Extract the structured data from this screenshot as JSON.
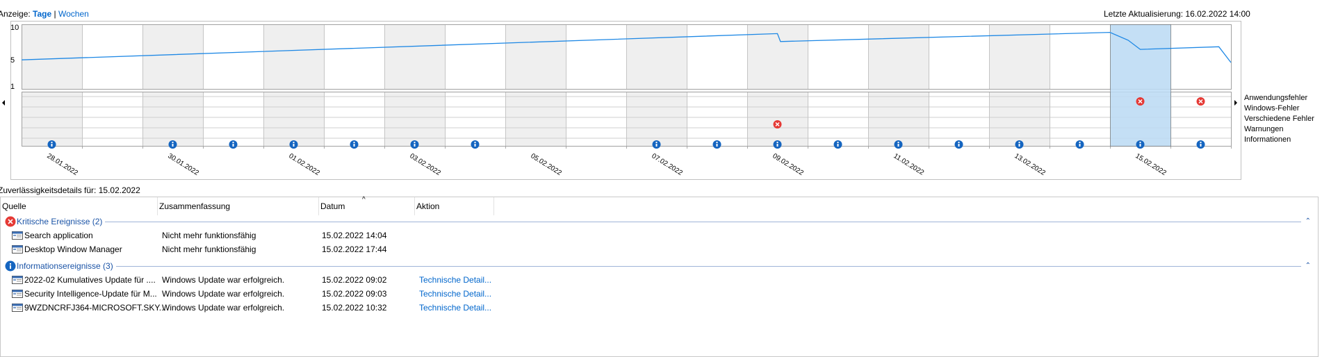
{
  "topbar": {
    "view_label": "Anzeige:",
    "view_days": "Tage",
    "view_sep": "|",
    "view_weeks": "Wochen",
    "last_update": "Letzte Aktualisierung: 16.02.2022 14:00"
  },
  "colors": {
    "accent": "#0066cc",
    "stability_line": "#1e88e5",
    "selection_fill": "#bcdcf6",
    "weekend_fill": "#efefef",
    "error_red": "#e53935",
    "info_blue": "#1565c0"
  },
  "chart_data": {
    "type": "line",
    "ylim": [
      1,
      10
    ],
    "yticks": [
      "10",
      "5",
      "1"
    ],
    "dates": [
      "28.01.2022",
      "30.01.2022",
      "01.02.2022",
      "03.02.2022",
      "05.02.2022",
      "07.02.2022",
      "09.02.2022",
      "11.02.2022",
      "13.02.2022",
      "15.02.2022"
    ],
    "columns": 20,
    "selected_column": 18,
    "stability_index": [
      {
        "day": 0,
        "value": 5.0
      },
      {
        "day": 12.5,
        "value": 9.0
      },
      {
        "day": 12.55,
        "value": 7.8
      },
      {
        "day": 18.0,
        "value": 9.2
      },
      {
        "day": 18.3,
        "value": 8.0
      },
      {
        "day": 18.5,
        "value": 6.6
      },
      {
        "day": 19.8,
        "value": 7.0
      },
      {
        "day": 20.0,
        "value": 4.6
      }
    ],
    "legend": [
      "Anwendungsfehler",
      "Windows-Fehler",
      "Verschiedene Fehler",
      "Warnungen",
      "Informationen"
    ],
    "events": {
      "application_errors": [
        18,
        19
      ],
      "misc_errors": [
        12
      ],
      "information": [
        0,
        2,
        3,
        4,
        5,
        6,
        7,
        10,
        11,
        12,
        13,
        14,
        15,
        16,
        17,
        18,
        19
      ]
    }
  },
  "details": {
    "label": "Zuverlässigkeitsdetails für: 15.02.2022",
    "columns": [
      "Quelle",
      "Zusammenfassung",
      "Datum",
      "Aktion"
    ],
    "sort_indicator": "^",
    "groups": [
      {
        "title": "Kritische Ereignisse (2)",
        "icon": "error-icon",
        "rows": [
          {
            "source": "Search application",
            "summary": "Nicht mehr funktionsfähig",
            "date": "15.02.2022 14:04",
            "action": ""
          },
          {
            "source": "Desktop Window Manager",
            "summary": "Nicht mehr funktionsfähig",
            "date": "15.02.2022 17:44",
            "action": ""
          }
        ]
      },
      {
        "title": "Informationsereignisse (3)",
        "icon": "info-icon",
        "rows": [
          {
            "source": "2022-02 Kumulatives Update für ....",
            "summary": "Windows Update war erfolgreich.",
            "date": "15.02.2022 09:02",
            "action": "Technische Detail..."
          },
          {
            "source": "Security Intelligence-Update für M...",
            "summary": "Windows Update war erfolgreich.",
            "date": "15.02.2022 09:03",
            "action": "Technische Detail..."
          },
          {
            "source": "9WZDNCRFJ364-MICROSOFT.SKY...",
            "summary": "Windows Update war erfolgreich.",
            "date": "15.02.2022 10:32",
            "action": "Technische Detail..."
          }
        ]
      }
    ]
  }
}
